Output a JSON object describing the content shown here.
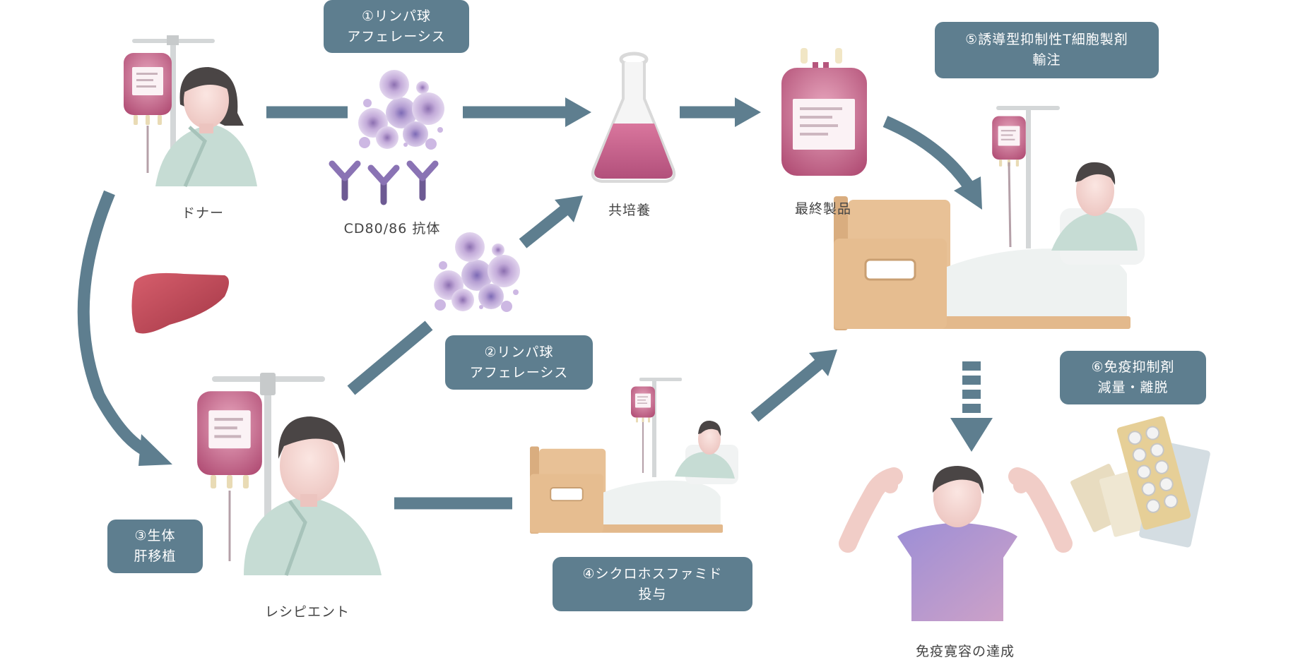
{
  "steps": {
    "s1": {
      "line1": "①リンパ球",
      "line2": "アフェレーシス"
    },
    "s2": {
      "line1": "②リンパ球",
      "line2": "アフェレーシス"
    },
    "s3": {
      "line1": "③生体",
      "line2": "肝移植"
    },
    "s4": {
      "line1": "④シクロホスファミド",
      "line2": "投与"
    },
    "s5": {
      "line1": "⑤誘導型抑制性T細胞製剤",
      "line2": "輸注"
    },
    "s6": {
      "line1": "⑥免疫抑制剤",
      "line2": "減量・離脱"
    }
  },
  "labels": {
    "donor": "ドナー",
    "antibody": "CD80/86 抗体",
    "coculture": "共培養",
    "final_product": "最終製品",
    "recipient": "レシピエント",
    "tolerance": "免疫寛容の達成"
  },
  "colors": {
    "box_bg": "#5e7e8f",
    "arrow": "#5e7e8f",
    "blood_bag": "#c0587f",
    "cell_purple": "#a58bc4",
    "liver": "#b8414e",
    "bed_wood": "#e3b98c",
    "gown": "#c6dcd4",
    "skin": "#f1cdc7",
    "hair": "#3a3a3a",
    "shirt": "#a98dc8"
  },
  "icons": [
    "iv-bag-icon",
    "donor-person-icon",
    "lymphocyte-cluster-icon",
    "antibody-icon",
    "culture-flask-icon",
    "cell-product-bag-icon",
    "hospital-bed-icon",
    "liver-icon",
    "recipient-person-icon",
    "strong-person-icon",
    "pill-pack-icon"
  ]
}
